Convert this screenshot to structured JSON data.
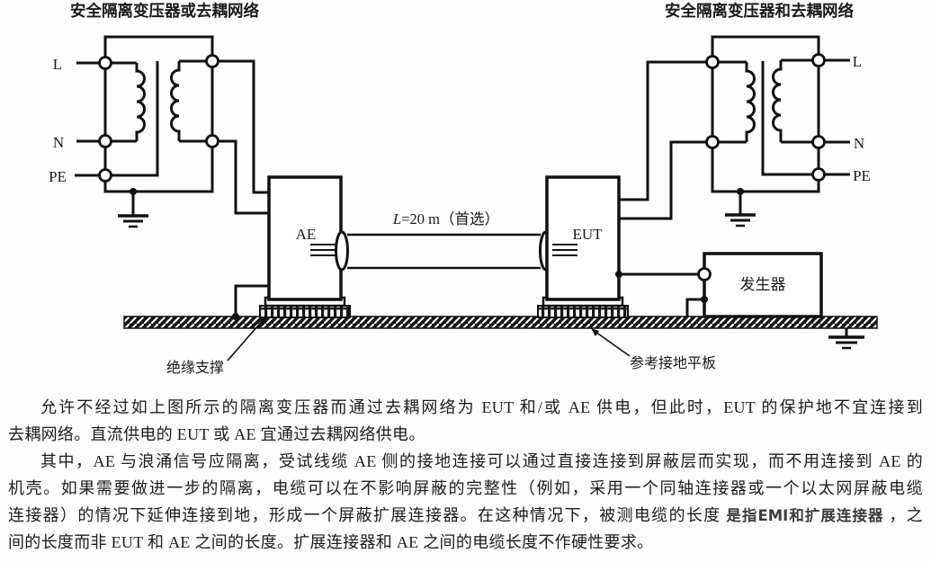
{
  "diagram": {
    "left_network_title": "安全隔离变压器或去耦网络",
    "right_network_title": "安全隔离变压器和去耦网络",
    "left_terminals": {
      "l": "L",
      "n": "N",
      "pe": "PE"
    },
    "right_terminals": {
      "l": "L",
      "n": "N",
      "pe": "PE"
    },
    "ae_label": "AE",
    "eut_label": "EUT",
    "cable_length_symbol": "L",
    "cable_length_rest": "=20 m（首选）",
    "generator_label": "发生器",
    "insulating_support_label": "绝缘支撑",
    "reference_ground_plane_label": "参考接地平板",
    "line_color": "#111111"
  },
  "body": {
    "line1": "允许不经过如上图所示的隔离变压器而通过去耦网络为 EUT 和/或 AE 供电，但此时，EUT 的保护地不宜连接到",
    "line2": "去耦网络。直流供电的 EUT 或 AE 宜通过去耦网络供电。",
    "line3": "其中，AE 与浪涌信号应隔离，受试线缆 AE 侧的接地连接可以通过直接连接到屏蔽层而实现，而不用连接到 AE 的",
    "line4": "机壳。如果需要做进一步的隔离，电缆可以在不影响屏蔽的完整性（例如，采用一个同轴连接器或一个以太网屏蔽电缆",
    "line5_pre": "连接器）的情况下延伸连接到地，形成一个屏蔽扩展连接器。在这种情况下，被测电缆的长度 ",
    "line5_inserted": "是指EMI和扩展连接器",
    "line5_post": " ，之",
    "line6": "间的长度而非 EUT 和 AE 之间的长度。扩展连接器和 AE 之间的电缆长度不作硬性要求。"
  }
}
